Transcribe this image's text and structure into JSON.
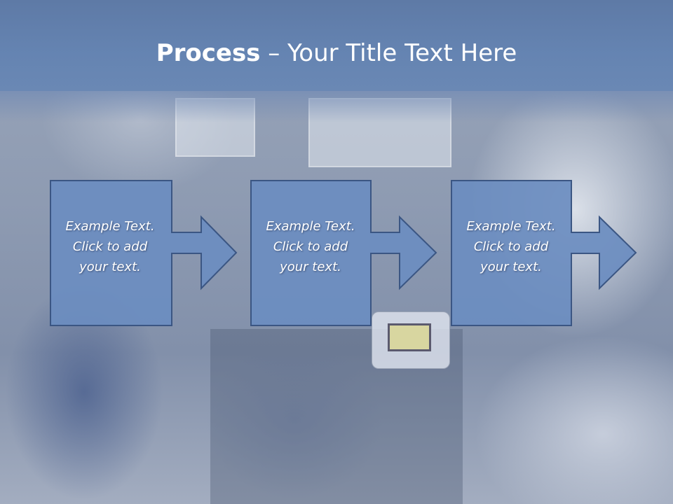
{
  "slide": {
    "title_bold": "Process",
    "title_rest": " – Your Title Text Here"
  },
  "steps": [
    {
      "line1": "Example Text.",
      "line2": "Click  to add",
      "line3": "your text."
    },
    {
      "line1": "Example Text.",
      "line2": "Click  to add",
      "line3": "your text."
    },
    {
      "line1": "Example Text.",
      "line2": "Click  to add",
      "line3": "your text."
    }
  ],
  "colors": {
    "title_bar": "#6584b2",
    "box_fill": "#6b8dc0",
    "box_stroke": "#3b5683",
    "text": "#ffffff"
  }
}
